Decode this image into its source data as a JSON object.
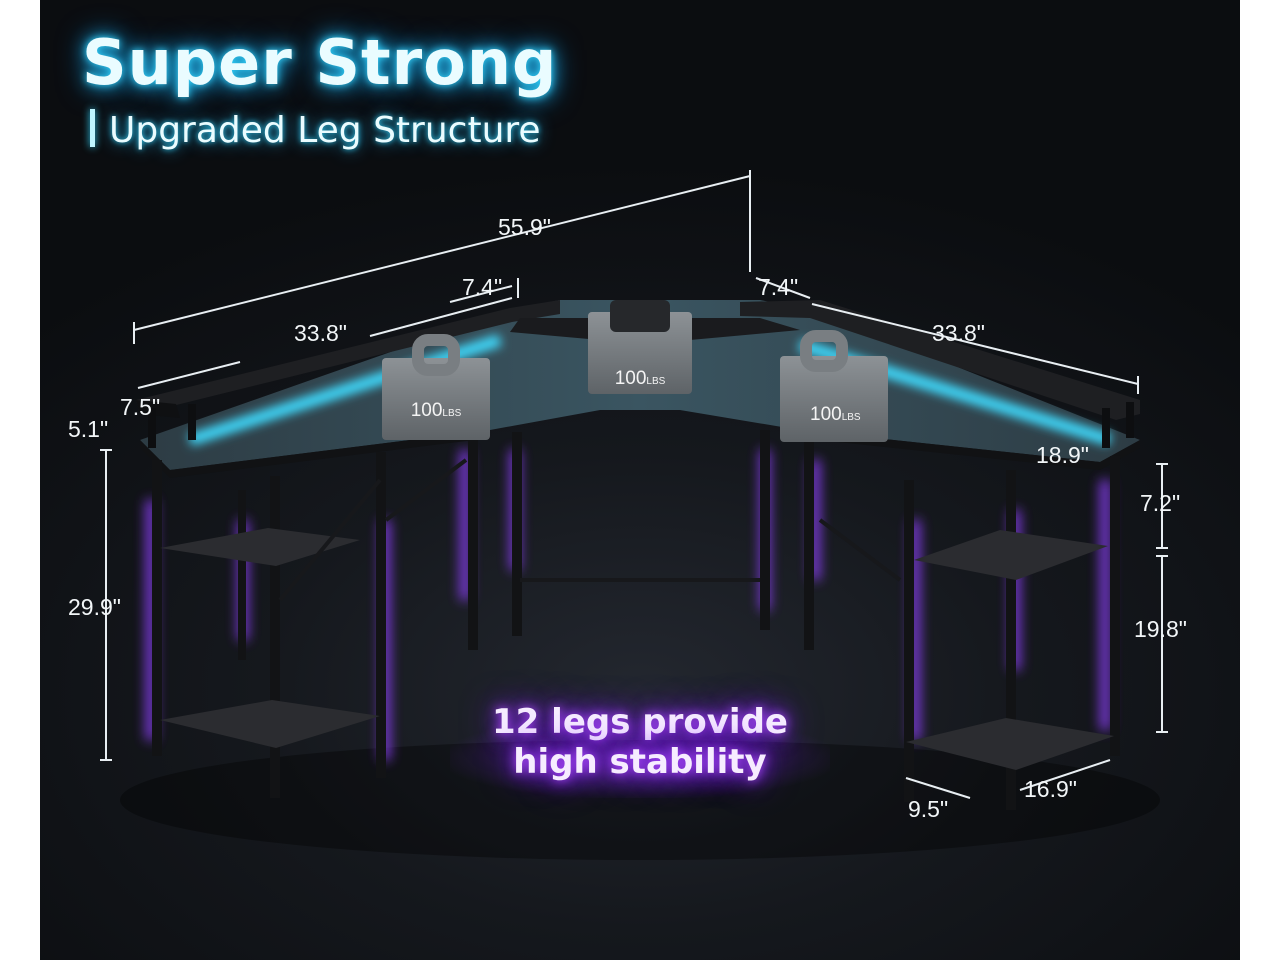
{
  "headline": "Super Strong",
  "subhead": "Upgraded Leg Structure",
  "callout": {
    "line1": "12 legs provide",
    "line2": "high stability"
  },
  "weights": [
    {
      "value": "100",
      "unit": "LBS"
    },
    {
      "value": "100",
      "unit": "LBS"
    },
    {
      "value": "100",
      "unit": "LBS"
    }
  ],
  "dimensions": {
    "total_width": "55.9\"",
    "left_shelf_length": "33.8\"",
    "right_shelf_length": "33.8\"",
    "corner_left": "7.4\"",
    "corner_right": "7.4\"",
    "shelf_depth": "7.5\"",
    "shelf_height": "5.1\"",
    "desk_height": "29.9\"",
    "desk_depth": "18.9\"",
    "top_cubby_height": "7.2\"",
    "lower_height": "19.8\"",
    "cabinet_width": "16.9\"",
    "cabinet_depth": "9.5\""
  },
  "colors": {
    "neon_blue": "#35d7ff",
    "neon_purple": "#9b3dff",
    "desk_black": "#1c1d20"
  }
}
